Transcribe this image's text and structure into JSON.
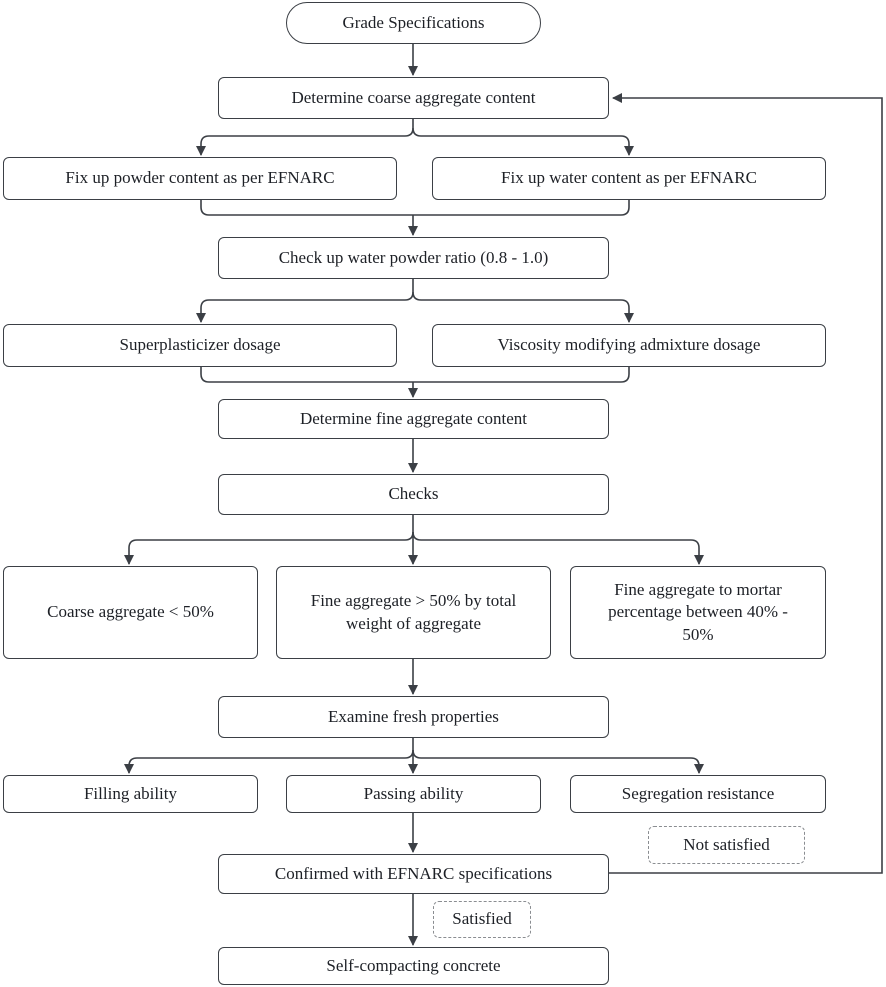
{
  "colors": {
    "line": "#3b3f45",
    "box_border": "#3b3f45",
    "dashed_border": "#8a8d91",
    "background": "#ffffff",
    "text": "#1d2026"
  },
  "nodes": {
    "start": "Grade Specifications",
    "coarse_content": "Determine coarse aggregate content",
    "powder_content": "Fix up powder content as per EFNARC",
    "water_content": "Fix up water content as per EFNARC",
    "water_powder_ratio": "Check up water powder ratio (0.8 - 1.0)",
    "superplasticizer": "Superplasticizer dosage",
    "vma": "Viscosity modifying admixture dosage",
    "fine_content": "Determine fine aggregate content",
    "checks": "Checks",
    "check_coarse": "Coarse aggregate < 50%",
    "check_fine": "Fine aggregate > 50% by total weight of aggregate",
    "check_mortar": "Fine aggregate to mortar percentage between 40% - 50%",
    "fresh_properties": "Examine fresh properties",
    "filling": "Filling ability",
    "passing": "Passing ability",
    "segregation": "Segregation resistance",
    "confirmed": "Confirmed with EFNARC specifications",
    "result": "Self-compacting concrete"
  },
  "labels": {
    "not_satisfied": "Not satisfied",
    "satisfied": "Satisfied"
  }
}
